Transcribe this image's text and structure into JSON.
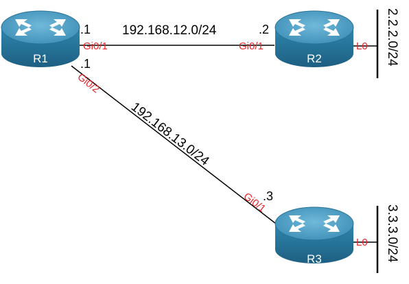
{
  "colors": {
    "router_body": "#2a7ea6",
    "router_top": "#5aa9cc",
    "interface_label": "#e8262a",
    "link": "#000000"
  },
  "routers": {
    "r1": {
      "name": "R1",
      "icon": "router-icon"
    },
    "r2": {
      "name": "R2",
      "icon": "router-icon"
    },
    "r3": {
      "name": "R3",
      "icon": "router-icon"
    }
  },
  "links": {
    "r1_r2": {
      "network": "192.168.12.0/24",
      "r1_ip": ".1",
      "r1_interface": "Gi0/1",
      "r2_ip": ".2",
      "r2_interface": "Gi0/1"
    },
    "r1_r3": {
      "network": "192.168.13.0/24",
      "r1_ip": ".1",
      "r1_interface": "Gi0/2",
      "r3_ip": ".3",
      "r3_interface": "Gi0/1"
    }
  },
  "loopbacks": {
    "r2": {
      "interface": "L0",
      "network": "2.2.2.0/24"
    },
    "r3": {
      "interface": "L0",
      "network": "3.3.3.0/24"
    }
  }
}
